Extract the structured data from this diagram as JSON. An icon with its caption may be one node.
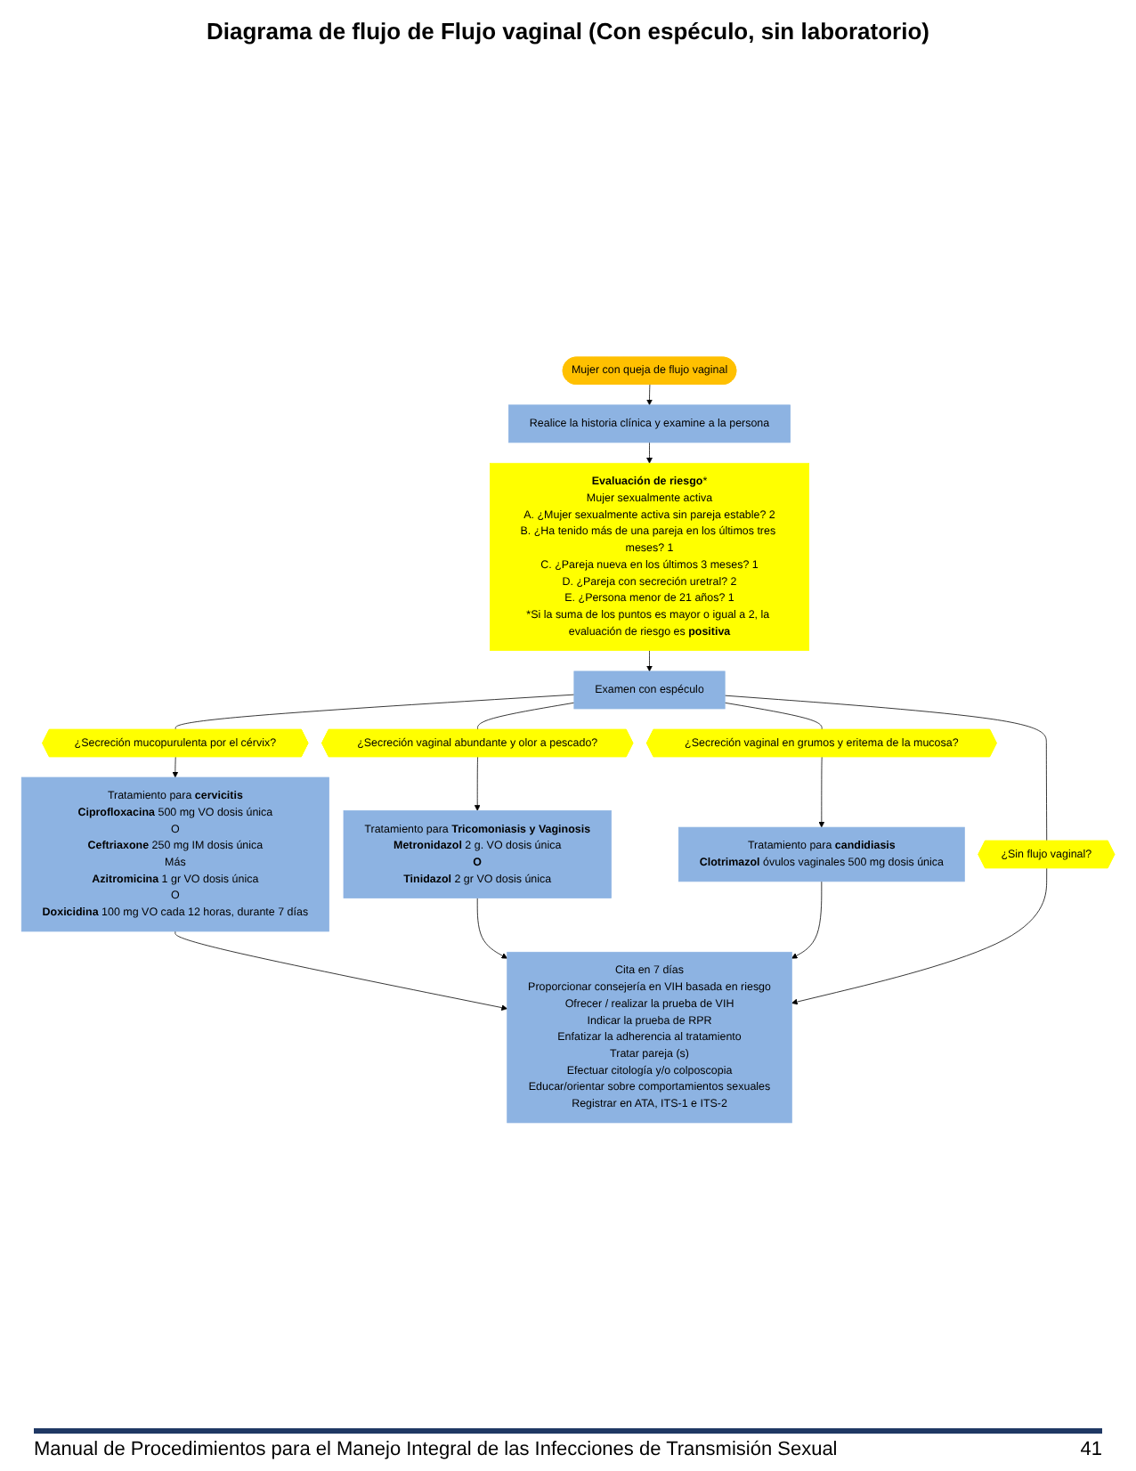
{
  "diagram": {
    "title": "Diagrama de flujo de Flujo vaginal (Con espéculo, sin laboratorio)",
    "nodes": [
      {
        "text": [
          "Mujer con queja de flujo vaginal"
        ]
      },
      {
        "text": [
          "Realice la historia clínica y examine a la persona"
        ]
      },
      {
        "text": [
          "**Evaluación de riesgo***",
          "Mujer sexualmente activa",
          "A. ¿Mujer sexualmente activa sin pareja estable? 2",
          "B. ¿Ha tenido más de una pareja en los últimos tres meses? 1",
          "C. ¿Pareja nueva en los últimos 3 meses? 1",
          "D. ¿Pareja con secreción uretral? 2",
          "E. ¿Persona menor de 21 años? 1",
          "*Si la suma de los puntos es mayor o igual a 2, la evaluación de riesgo es **positiva**"
        ]
      },
      {
        "text": [
          "Examen con espéculo"
        ]
      },
      {
        "text": [
          "¿Secreción mucopurulenta por el cérvix?"
        ]
      },
      {
        "text": [
          "¿Secreción vaginal abundante y olor a pescado?"
        ]
      },
      {
        "text": [
          "¿Secreción vaginal en grumos y eritema de la mucosa?"
        ]
      },
      {
        "text": [
          "¿Sin flujo vaginal?"
        ]
      },
      {
        "text": [
          "Tratamiento para **cervicitis**",
          "**Ciprofloxacina** 500 mg VO dosis única",
          "O",
          "**Ceftriaxone** 250 mg IM dosis única",
          "Más",
          "**Azitromicina** 1 gr VO dosis única",
          "O",
          "**Doxicidina** 100 mg VO cada 12 horas, durante 7 días"
        ]
      },
      {
        "text": [
          "Tratamiento para **Tricomoniasis y Vaginosis**",
          "**Metronidazol** 2 g. VO dosis única",
          "**O**",
          "**Tinidazol** 2 gr VO dosis única"
        ]
      },
      {
        "text": [
          "Tratamiento para **candidiasis**",
          "**Clotrimazol** óvulos vaginales 500 mg dosis única"
        ]
      },
      {
        "text": [
          "Cita en 7 días",
          "Proporcionar consejería en VIH basada en riesgo",
          "Ofrecer / realizar la prueba de VIH",
          "Indicar la prueba de RPR",
          "Enfatizar la adherencia al tratamiento",
          "Tratar pareja (s)",
          "Efectuar citología y/o colposcopia",
          "Educar/orientar sobre comportamientos sexuales",
          "Registrar en ATA, ITS-1 e ITS-2"
        ]
      }
    ],
    "edges": [
      {
        "from": 0,
        "to": 1,
        "arrow": "to"
      },
      {
        "from": 1,
        "to": 2,
        "arrow": "to"
      },
      {
        "from": 2,
        "to": 3,
        "arrow": "to"
      },
      {
        "from": 3,
        "to": 4,
        "arrow": "none"
      },
      {
        "from": 3,
        "to": 5,
        "arrow": "none"
      },
      {
        "from": 3,
        "to": 6,
        "arrow": "none"
      },
      {
        "from": 3,
        "to": 7,
        "arrow": "none"
      },
      {
        "from": 4,
        "to": 8,
        "arrow": "to"
      },
      {
        "from": 5,
        "to": 9,
        "arrow": "to"
      },
      {
        "from": 6,
        "to": 10,
        "arrow": "to"
      },
      {
        "from": 8,
        "to": 11,
        "arrow": "to"
      },
      {
        "from": 9,
        "to": 11,
        "arrow": "to"
      },
      {
        "from": 10,
        "to": 11,
        "arrow": "to"
      },
      {
        "from": 7,
        "to": 11,
        "arrow": "to"
      }
    ],
    "labels": [
      "Manual de Procedimientos para el Manejo Integral de las Infecciones de Transmisión Sexual",
      "41"
    ]
  }
}
